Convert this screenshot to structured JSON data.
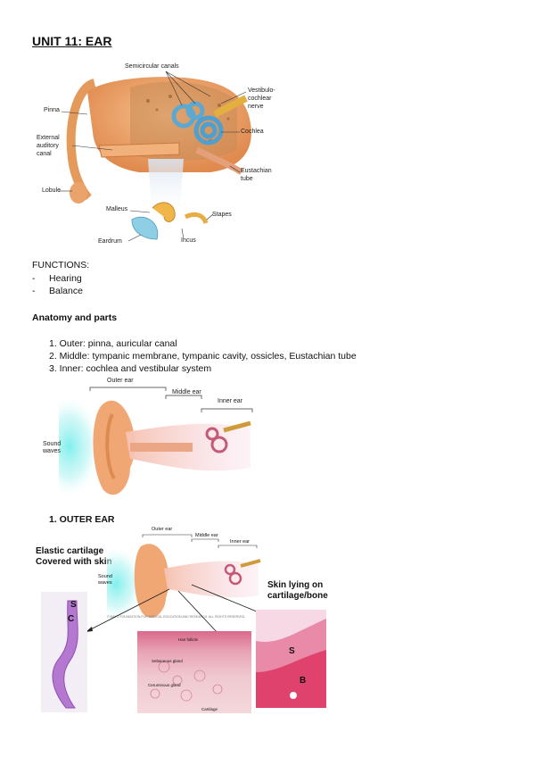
{
  "title": "UNIT 11: EAR",
  "figure1": {
    "labels": {
      "semicircular": "Semicircular canals",
      "vestibulo": "Vestibulo-",
      "cochlear": "cochlear",
      "nerve": "nerve",
      "pinna": "Pinna",
      "external1": "External",
      "external2": "auditory",
      "external3": "canal",
      "cochlea": "Cochlea",
      "eustachian1": "Eustachian",
      "eustachian2": "tube",
      "lobule": "Lobule",
      "malleus": "Malleus",
      "stapes": "Stapes",
      "eardrum": "Eardrum",
      "incus": "Incus"
    }
  },
  "functions": {
    "heading": "FUNCTIONS:",
    "items": [
      "Hearing",
      "Balance"
    ]
  },
  "anatomy": {
    "heading": "Anatomy and parts",
    "items": [
      "1.  Outer: pinna, auricular canal",
      "2.  Middle: tympanic membrane, tympanic cavity, ossicles, Eustachian tube",
      "3.  Inner: cochlea and vestibular system"
    ]
  },
  "figure2": {
    "outer": "Outer ear",
    "middle": "Middle ear",
    "inner": "Inner ear",
    "sound1": "Sound",
    "sound2": "waves"
  },
  "outer_ear": {
    "heading": "1.   OUTER EAR",
    "elastic1": "Elastic cartilage",
    "elastic2": "Covered with skin",
    "skin1": "Skin lying on",
    "skin2": "cartilage/bone",
    "fig_outer": "Outer ear",
    "fig_middle": "Middle ear",
    "fig_inner": "Inner ear",
    "fig_sound1": "Sound",
    "fig_sound2": "waves",
    "histo_s": "S",
    "histo_c": "C",
    "histo2_s": "S",
    "histo2_b": "B",
    "micro1": "Hair follicle",
    "micro2": "Sebaceous gland",
    "micro3": "Ceruminous gland",
    "micro4": "Cartilage",
    "copyright": "© MAYO FOUNDATION FOR MEDICAL EDUCATION AND RESEARCH. ALL RIGHTS RESERVED."
  }
}
